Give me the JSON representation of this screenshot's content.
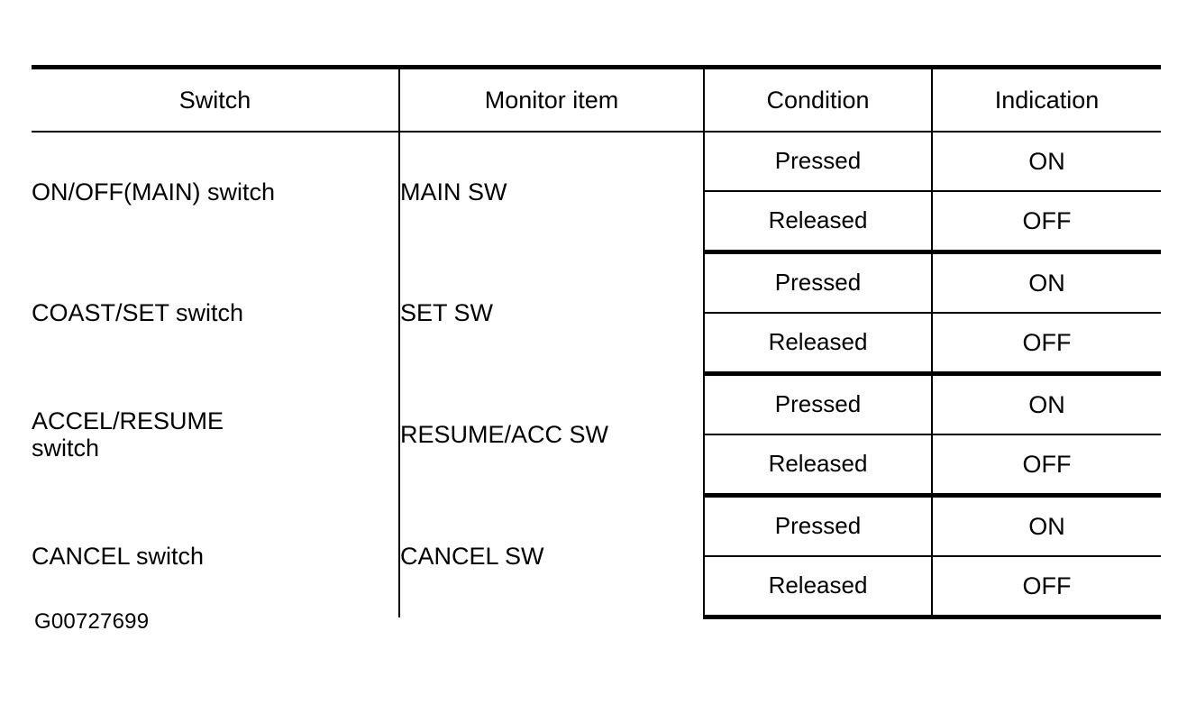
{
  "figure": {
    "id_label": "G00727699"
  },
  "table": {
    "headers": [
      {
        "key": "switch",
        "label": "Switch"
      },
      {
        "key": "monitor",
        "label": "Monitor item"
      },
      {
        "key": "condition",
        "label": "Condition"
      },
      {
        "key": "indication",
        "label": "Indication"
      }
    ],
    "groups": [
      {
        "switch": "ON/OFF(MAIN) switch",
        "switch_line1": "ON/OFF(MAIN) switch",
        "switch_line2": "",
        "monitor": "MAIN SW",
        "rows": [
          {
            "condition": "Pressed",
            "indication": "ON"
          },
          {
            "condition": "Released",
            "indication": "OFF"
          }
        ]
      },
      {
        "switch": "COAST/SET switch",
        "switch_line1": "COAST/SET switch",
        "switch_line2": "",
        "monitor": "SET SW",
        "rows": [
          {
            "condition": "Pressed",
            "indication": "ON"
          },
          {
            "condition": "Released",
            "indication": "OFF"
          }
        ]
      },
      {
        "switch": "ACCEL/RESUME switch",
        "switch_line1": "ACCEL/RESUME",
        "switch_line2": "switch",
        "monitor": "RESUME/ACC SW",
        "rows": [
          {
            "condition": "Pressed",
            "indication": "ON"
          },
          {
            "condition": "Released",
            "indication": "OFF"
          }
        ]
      },
      {
        "switch": "CANCEL switch",
        "switch_line1": "CANCEL switch",
        "switch_line2": "",
        "monitor": "CANCEL SW",
        "rows": [
          {
            "condition": "Pressed",
            "indication": "ON"
          },
          {
            "condition": "Released",
            "indication": "OFF"
          }
        ]
      }
    ]
  },
  "colors": {
    "ink": "#000000",
    "paper": "#ffffff"
  }
}
